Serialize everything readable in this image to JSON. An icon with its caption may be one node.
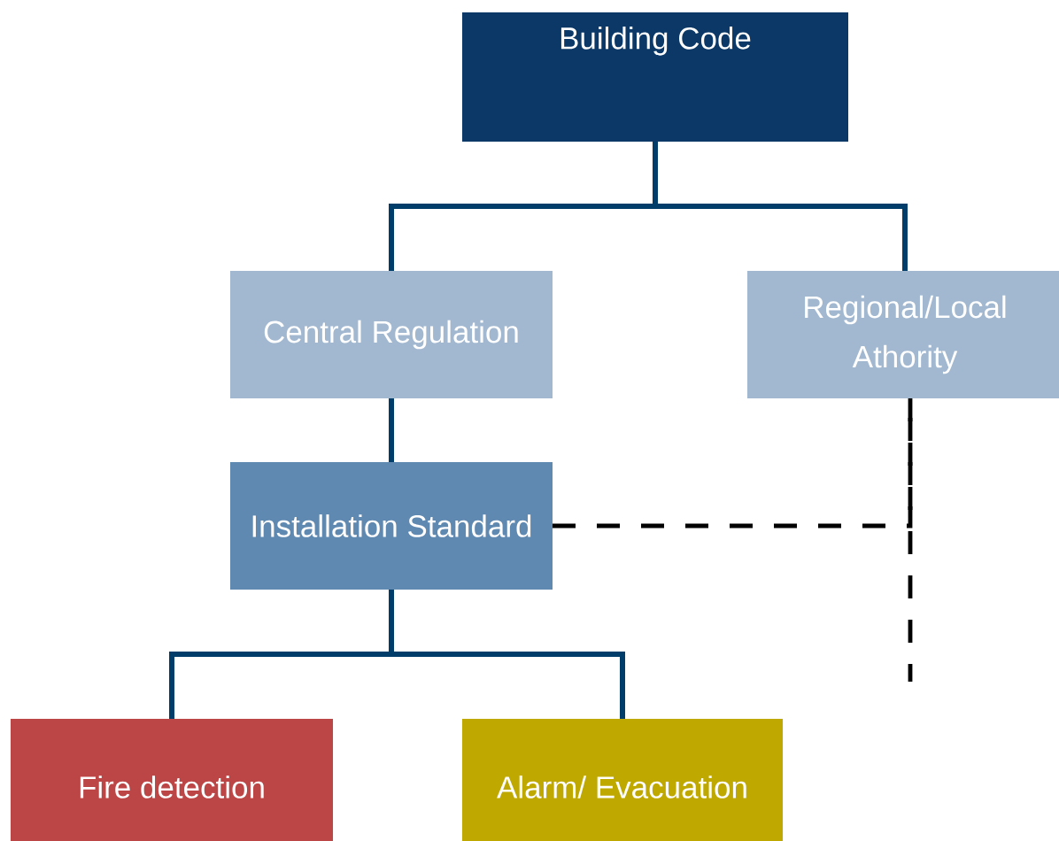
{
  "diagram": {
    "nodes": [
      {
        "text": [
          "Building Code"
        ]
      },
      {
        "text": [
          "Central Regulation"
        ]
      },
      {
        "text": [
          "Regional/Local Athority"
        ]
      },
      {
        "text": [
          "Installation Standard"
        ]
      },
      {
        "text": [
          "Fire detection"
        ]
      },
      {
        "text": [
          "Alarm/ Evacuation"
        ]
      }
    ],
    "edges": [
      {
        "from": 0,
        "to": 1,
        "arrow": "none"
      },
      {
        "from": 0,
        "to": 2,
        "arrow": "none"
      },
      {
        "from": 1,
        "to": 3,
        "arrow": "none"
      },
      {
        "from": 3,
        "to": 4,
        "arrow": "none"
      },
      {
        "from": 3,
        "to": 5,
        "arrow": "none"
      },
      {
        "from": 3,
        "to": 2,
        "arrow": "none",
        "style": "dashed",
        "color": "#000000"
      },
      {
        "from": 2,
        "to": null,
        "arrow": "none",
        "style": "dashed",
        "color": "#000000"
      }
    ]
  }
}
